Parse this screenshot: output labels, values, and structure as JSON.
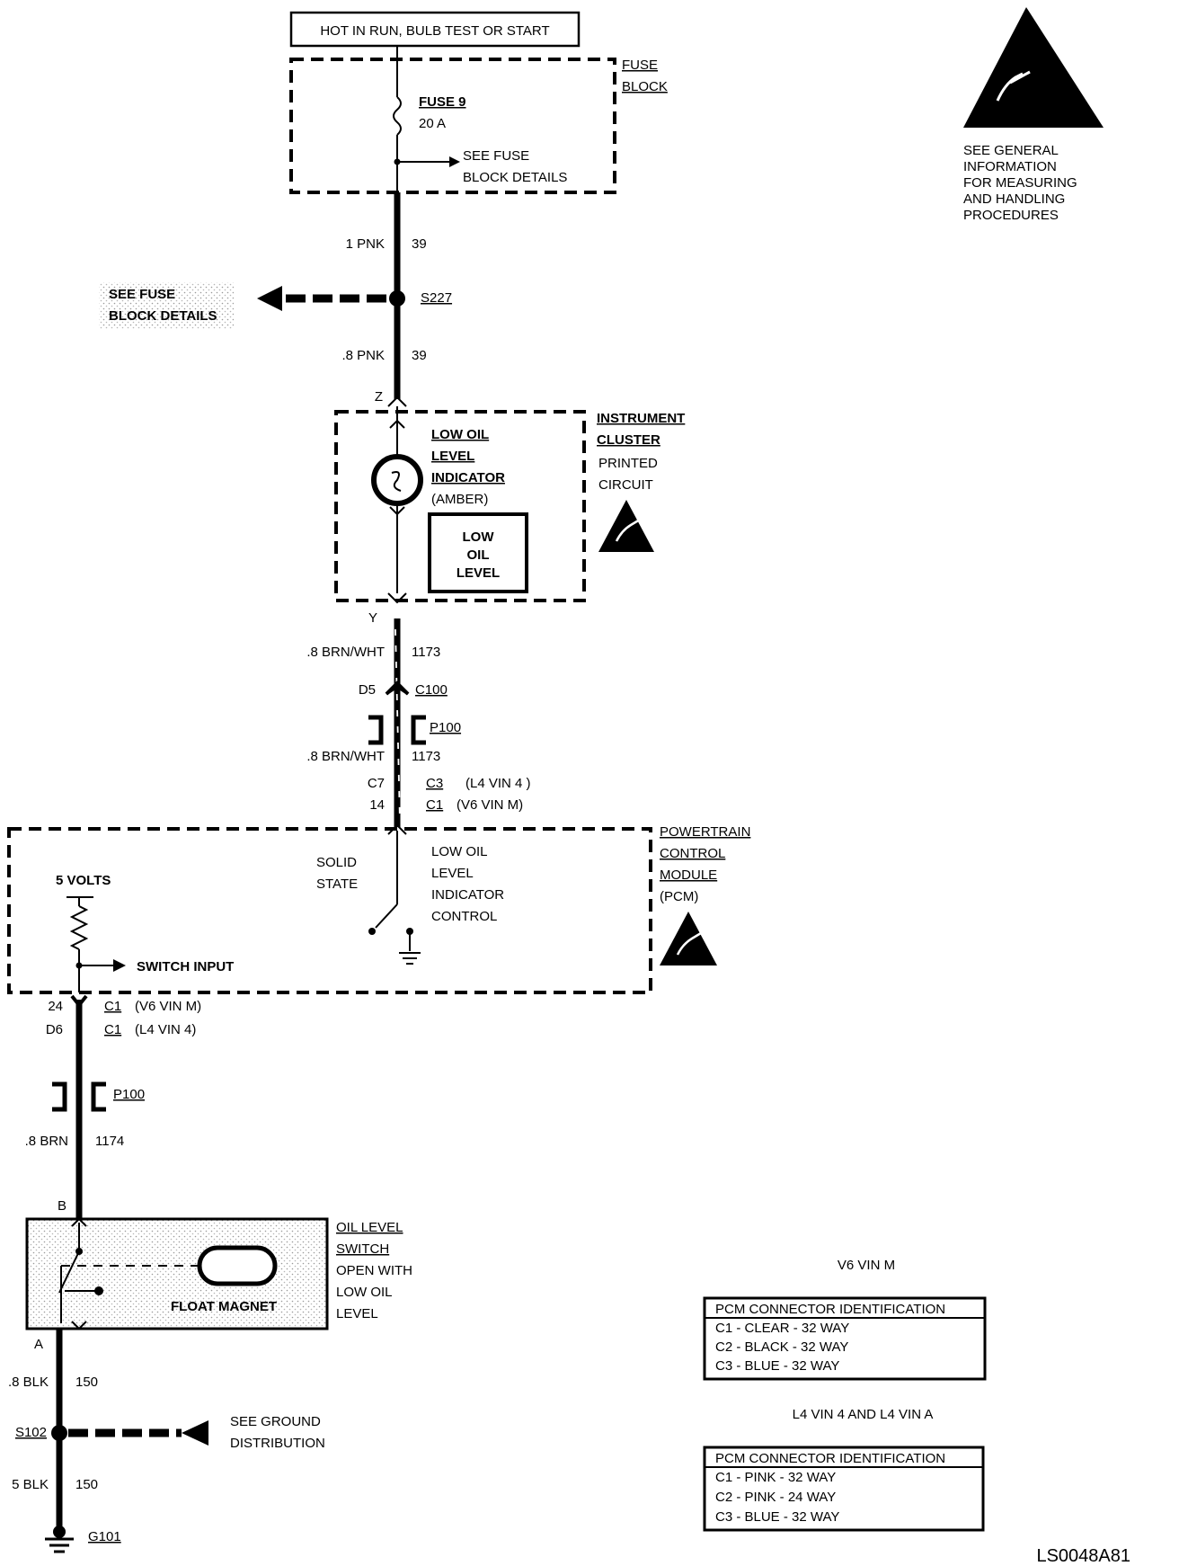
{
  "power": {
    "label": "HOT IN RUN, BULB TEST OR START"
  },
  "fuse_block": {
    "title_line1": "FUSE",
    "title_line2": "BLOCK",
    "fuse_name": "FUSE 9",
    "fuse_rating": "20 A",
    "details_line1": "SEE FUSE",
    "details_line2": "BLOCK DETAILS"
  },
  "esd_note": {
    "lines": [
      "SEE GENERAL",
      "INFORMATION",
      "FOR MEASURING",
      "AND HANDLING",
      "PROCEDURES"
    ]
  },
  "wire_top": {
    "gauge": "1 PNK",
    "circuit": "39"
  },
  "splice_s227": {
    "id": "S227",
    "details_line1": "SEE FUSE",
    "details_line2": "BLOCK DETAILS"
  },
  "wire_39b": {
    "gauge": ".8 PNK",
    "circuit": "39"
  },
  "instrument_cluster": {
    "title_line1": "INSTRUMENT",
    "title_line2": "CLUSTER",
    "sub_line1": "PRINTED",
    "sub_line2": "CIRCUIT",
    "pin_top": "Z",
    "pin_bottom": "Y",
    "indicator_lines": [
      "LOW OIL",
      "LEVEL",
      "INDICATOR",
      "(AMBER)"
    ],
    "display_lines": [
      "LOW",
      "OIL",
      "LEVEL"
    ]
  },
  "wire_1173a": {
    "gauge": ".8 BRN/WHT",
    "circuit": "1173"
  },
  "connector_c100": {
    "pin": "D5",
    "id": "C100"
  },
  "connector_p100_top": {
    "id": "P100"
  },
  "wire_1173b": {
    "gauge": ".8 BRN/WHT",
    "circuit": "1173"
  },
  "pcm_top_conn": {
    "pin_l4": "C7",
    "conn_l4": "C3",
    "note_l4": "(L4 VIN 4 )",
    "pin_v6": "14",
    "conn_v6": "C1",
    "note_v6": "(V6 VIN M)"
  },
  "pcm": {
    "title_lines": [
      "POWERTRAIN",
      "CONTROL",
      "MODULE",
      "(PCM)"
    ],
    "solid_state_lines": [
      "SOLID",
      "STATE"
    ],
    "control_lines": [
      "LOW OIL",
      "LEVEL",
      "INDICATOR",
      "CONTROL"
    ],
    "volts": "5 VOLTS",
    "switch_input": "SWITCH INPUT"
  },
  "pcm_bottom_conn": {
    "pin_v6": "24",
    "conn_v6": "C1",
    "note_v6": "(V6 VIN M)",
    "pin_l4": "D6",
    "conn_l4": "C1",
    "note_l4": "(L4 VIN 4)"
  },
  "connector_p100_bottom": {
    "id": "P100"
  },
  "wire_1174": {
    "gauge": ".8 BRN",
    "circuit": "1174"
  },
  "oil_level_switch": {
    "pin_top": "B",
    "pin_bottom": "A",
    "title_lines": [
      "OIL LEVEL",
      "SWITCH"
    ],
    "desc_lines": [
      "OPEN WITH",
      "LOW OIL",
      "LEVEL"
    ],
    "float_label": "FLOAT MAGNET"
  },
  "wire_150a": {
    "gauge": ".8 BLK",
    "circuit": "150"
  },
  "splice_s102": {
    "id": "S102",
    "details_line1": "SEE GROUND",
    "details_line2": "DISTRIBUTION"
  },
  "wire_150b": {
    "gauge": "5 BLK",
    "circuit": "150"
  },
  "ground": {
    "id": "G101"
  },
  "table_v6": {
    "heading": "V6 VIN M",
    "title": "PCM CONNECTOR IDENTIFICATION",
    "rows": [
      "C1 - CLEAR - 32 WAY",
      "C2 - BLACK - 32 WAY",
      "C3 - BLUE - 32 WAY"
    ]
  },
  "table_l4": {
    "heading": "L4 VIN 4 AND L4 VIN A",
    "title": "PCM CONNECTOR IDENTIFICATION",
    "rows": [
      "C1 - PINK - 32 WAY",
      "C2 - PINK - 24 WAY",
      "C3 - BLUE - 32 WAY"
    ]
  },
  "figure_id": "LS0048A81"
}
